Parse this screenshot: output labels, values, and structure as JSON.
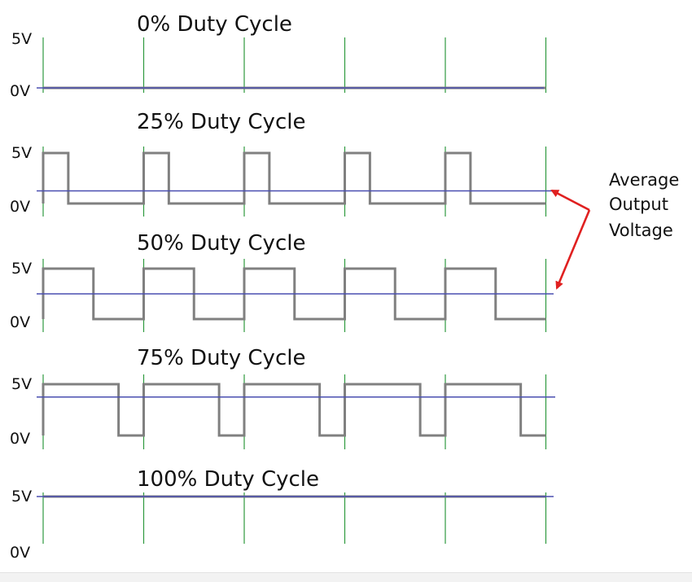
{
  "colors": {
    "signal": "#808080",
    "average": "#4a4fb0",
    "marker": "#2e9a3e",
    "arrow": "#e02020",
    "text": "#111111"
  },
  "labels": {
    "high": "5V",
    "low": "0V"
  },
  "annotation": {
    "lines": [
      "Average",
      "Output",
      "Voltage"
    ],
    "points_to": [
      "25% Duty Cycle",
      "50% Duty Cycle"
    ]
  },
  "waveforms": [
    {
      "title": "0% Duty Cycle",
      "duty": 0
    },
    {
      "title": "25% Duty Cycle",
      "duty": 0.25
    },
    {
      "title": "50% Duty Cycle",
      "duty": 0.5
    },
    {
      "title": "75% Duty Cycle",
      "duty": 0.75
    },
    {
      "title": "100% Duty Cycle",
      "duty": 1
    }
  ],
  "periods": 5
}
